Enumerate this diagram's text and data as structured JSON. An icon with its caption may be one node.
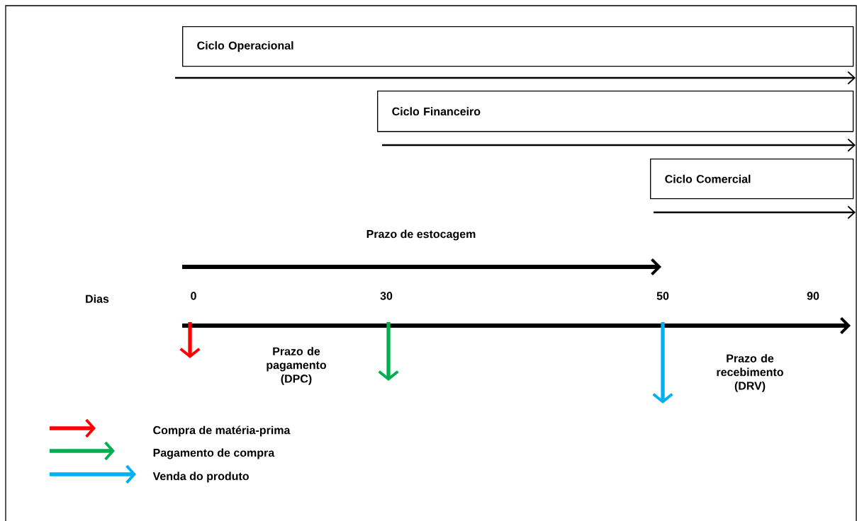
{
  "diagram": {
    "nodes": [
      {
        "text": [
          "Ciclo Operacional"
        ]
      },
      {
        "text": [
          "Ciclo Financeiro"
        ]
      },
      {
        "text": [
          "Ciclo Comercial"
        ]
      }
    ],
    "labels": [
      "Prazo de estocagem",
      "Dias",
      "0",
      "30",
      "50",
      "90",
      "Prazo de pagamento (DPC)",
      "Prazo de recebimento (DRV)"
    ],
    "legend": [
      {
        "text": "Compra de matéria-prima"
      },
      {
        "text": "Pagamento de compra"
      },
      {
        "text": "Venda do produto"
      }
    ]
  }
}
